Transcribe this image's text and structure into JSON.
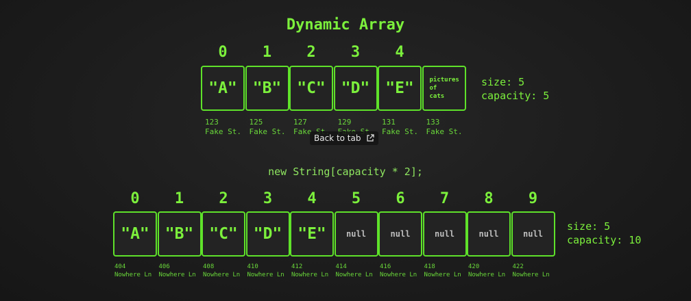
{
  "title": "Dynamic Array",
  "array1": {
    "indices": [
      "0",
      "1",
      "2",
      "3",
      "4"
    ],
    "cells": [
      "\"A\"",
      "\"B\"",
      "\"C\"",
      "\"D\"",
      "\"E\"",
      "pictures\nof\ncats"
    ],
    "addresses": [
      "123\nFake St.",
      "125\nFake St.",
      "127\nFake St.",
      "129\nFake St.",
      "131\nFake St.",
      "133\nFake St."
    ],
    "size_label": "size: 5",
    "capacity_label": "capacity: 5"
  },
  "code_caption": "new String[capacity * 2];",
  "array2": {
    "indices": [
      "0",
      "1",
      "2",
      "3",
      "4",
      "5",
      "6",
      "7",
      "8",
      "9"
    ],
    "cells": [
      "\"A\"",
      "\"B\"",
      "\"C\"",
      "\"D\"",
      "\"E\"",
      "null",
      "null",
      "null",
      "null",
      "null"
    ],
    "addresses": [
      "404\nNowhere Ln",
      "406\nNowhere Ln",
      "408\nNowhere Ln",
      "410\nNowhere Ln",
      "412\nNowhere Ln",
      "414\nNowhere Ln",
      "416\nNowhere Ln",
      "418\nNowhere Ln",
      "420\nNowhere Ln",
      "422\nNowhere Ln"
    ],
    "size_label": "size: 5",
    "capacity_label": "capacity: 10"
  },
  "overlay": {
    "tooltip_label": "Back to tab",
    "tooltip_icon": "external-link-icon"
  }
}
